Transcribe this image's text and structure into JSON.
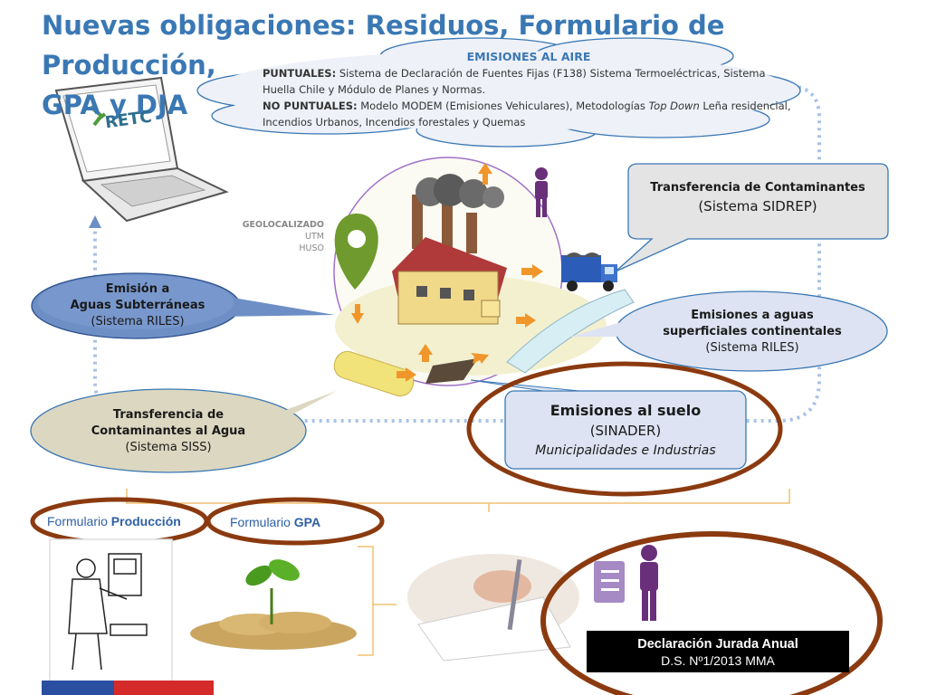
{
  "title": {
    "line1": "Nuevas obligaciones: Residuos, Formulario de Producción,",
    "line2": "GPA y DJA"
  },
  "laptop": {
    "logo": "RETC"
  },
  "air_cloud": {
    "heading": "EMISIONES AL AIRE",
    "puntuales_label": "PUNTUALES:",
    "puntuales_text": " Sistema de Declaración de Fuentes Fijas  (F138) Sistema Termoeléctricas, Sistema Huella Chile y Módulo de Planes y Normas.",
    "no_puntuales_label": "NO PUNTUALES:",
    "no_puntuales_text_a": " Modelo MODEM (Emisiones Vehiculares), Metodologías ",
    "no_puntuales_italic": "Top Down",
    "no_puntuales_text_b": " Leña residencial, Incendios Urbanos, Incendios forestales y Quemas"
  },
  "geo": {
    "line1": "GEOLOCALIZADO",
    "line2": "UTM",
    "line3": "HUSO"
  },
  "sidrep": {
    "title": "Transferencia de Contaminantes",
    "system": "(Sistema SIDREP)"
  },
  "subterranean": {
    "line1": "Emisión a",
    "line2": "Aguas Subterráneas",
    "system": "(Sistema RILES)"
  },
  "surface": {
    "line1": "Emisiones a  aguas",
    "line2": "superficiales continentales",
    "system": "(Sistema RILES)"
  },
  "siss": {
    "line1": "Transferencia de",
    "line2": "Contaminantes al Agua",
    "system": "(Sistema SISS)"
  },
  "suelo": {
    "title": "Emisiones al suelo",
    "system": "(SINADER)",
    "note": "Municipalidades e Industrias"
  },
  "forms": {
    "produccion_prefix": "Formulario ",
    "produccion_bold": "Producción",
    "gpa_prefix": "Formulario ",
    "gpa_bold": "GPA"
  },
  "dja": {
    "line1": "Declaración Jurada Anual",
    "line2": "D.S. Nº1/2013 MMA"
  },
  "colors": {
    "title": "#3a78b4",
    "highlight_ring": "#8b3a10",
    "dotted_path": "#a9c3e6",
    "blue_callout": "#6d8fc6",
    "grey_callout": "#e4e4e4",
    "khaki_callout": "#dcd7c0",
    "lavender_callout": "#dde3f2"
  }
}
